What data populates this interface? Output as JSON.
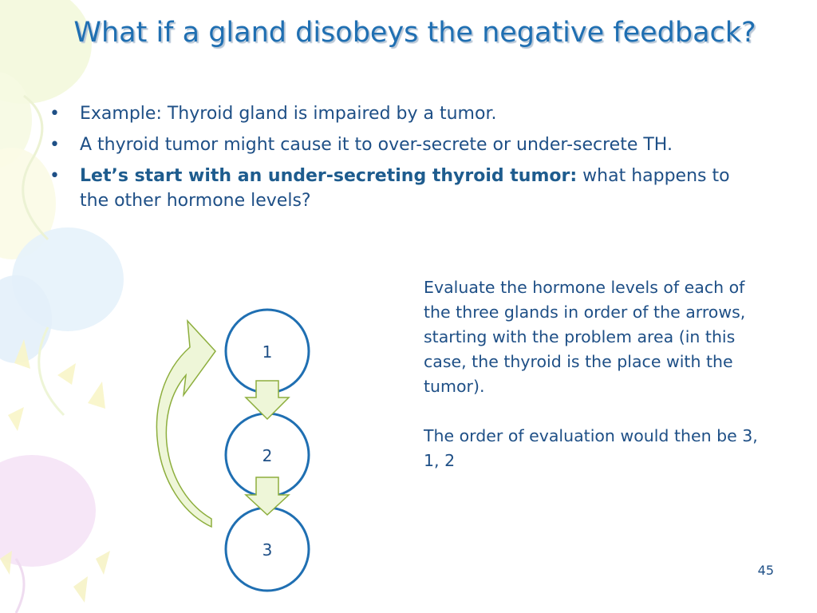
{
  "slide": {
    "title": "What if a gland disobeys the negative feedback?",
    "bullets": [
      {
        "text": "Example: Thyroid gland is impaired by a tumor."
      },
      {
        "text": "A thyroid tumor might cause it to over-secrete or under-secrete TH."
      },
      {
        "strong": "Let’s start with an under-secreting thyroid tumor:",
        "text": "what happens to the other hormone levels?"
      }
    ],
    "bullet_symbol": "•",
    "diagram": {
      "nodes": [
        "1",
        "2",
        "3"
      ]
    },
    "explanation": [
      "Evaluate the hormone levels of each of the three glands in order of the arrows, starting with the problem area (in this case, the thyroid is the place with the tumor).",
      "The order of evaluation would then be 3, 1, 2"
    ],
    "slide_number": "45"
  },
  "colors": {
    "title": "#1f6fb2",
    "text": "#1e4f86",
    "circle_stroke": "#1f6fb2",
    "arrow_fill": "#eef6d8",
    "arrow_stroke": "#8dae3d"
  }
}
